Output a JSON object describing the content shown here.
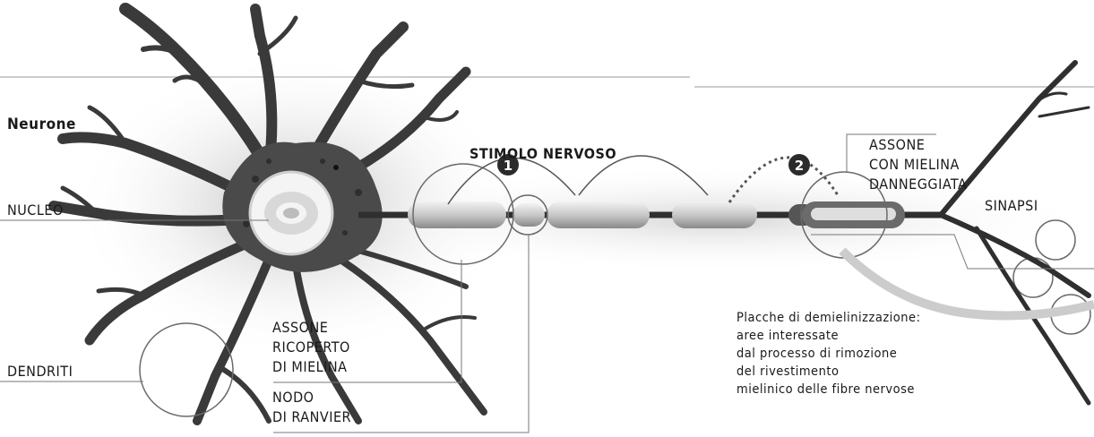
{
  "labels": {
    "neurone": "Neurone",
    "nucleo": "NUCLEO",
    "dendriti": "DENDRITI",
    "stimolo": "STIMOLO NERVOSO",
    "assone_mielina": "ASSONE\nRICOPERTO\nDI MIELINA",
    "nodo_ranvier": "NODO\nDI RANVIER",
    "assone_danneggiata": "ASSONE\nCON MIELINA\nDANNEGGIATA",
    "sinapsi": "SINAPSI",
    "placche": "Placche di demielinizzazione:\naree interessate\ndal processo di rimozione\ndel rivestimento\nmielinico delle fibre nervose"
  },
  "markers": {
    "step1": "1",
    "step2": "2"
  },
  "colors": {
    "ink": "#1a1a1a",
    "neuron": "#3a3a3a",
    "cell_glow": "#cfcfcf",
    "myelin": "#d4d4d4",
    "marker_bg": "#2b2b2b"
  }
}
